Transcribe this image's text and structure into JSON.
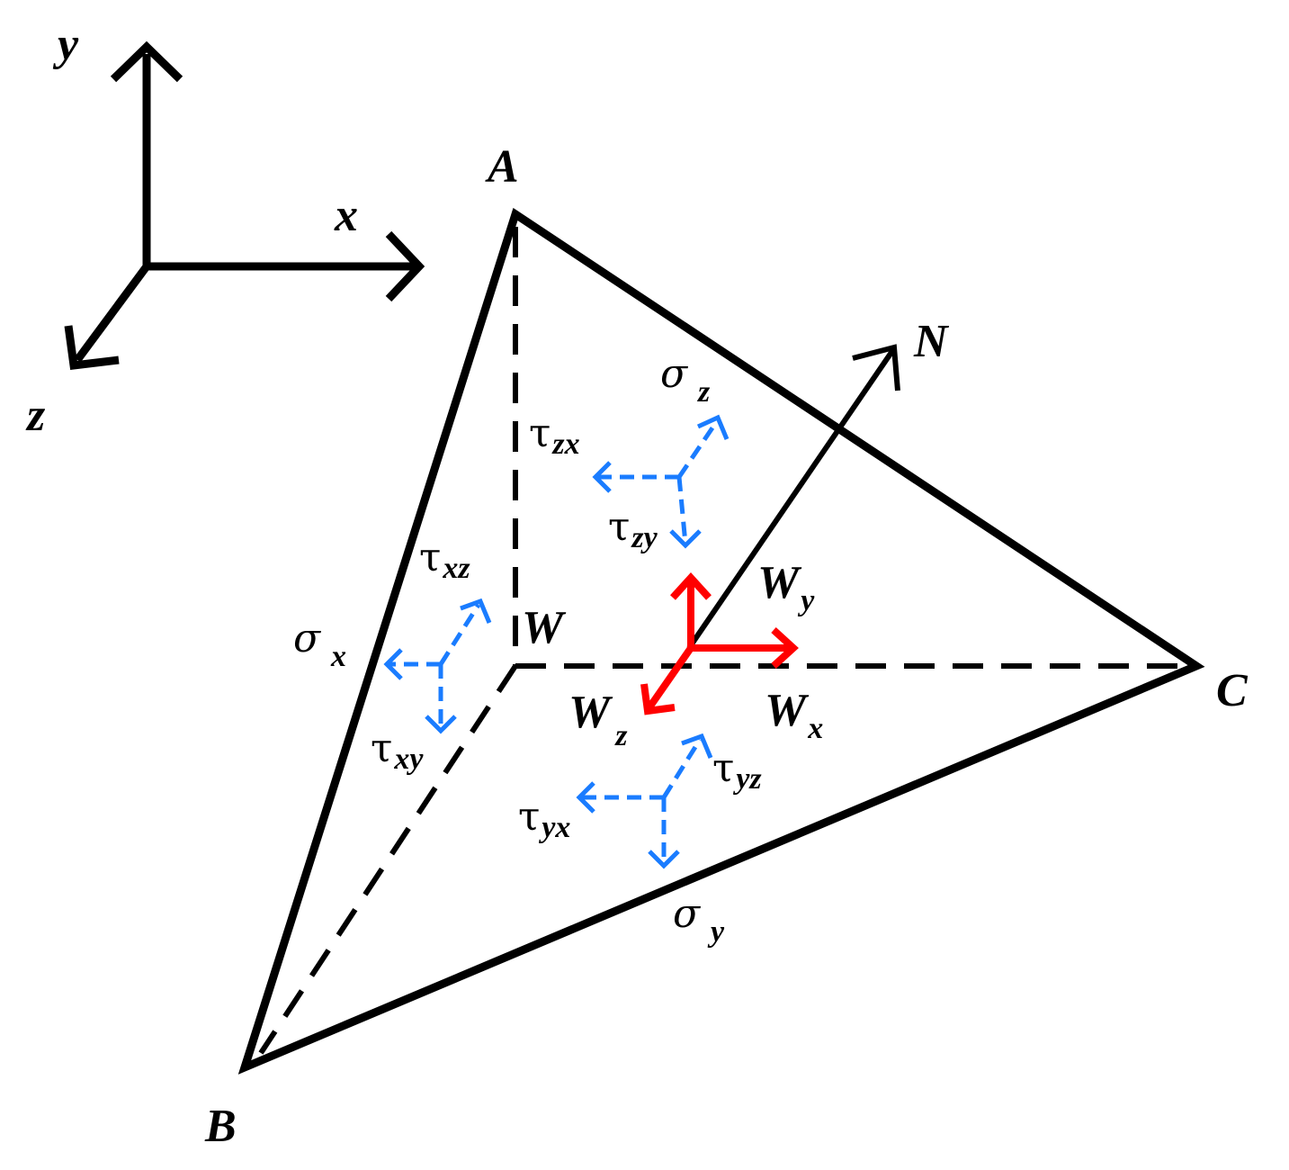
{
  "axes": {
    "y": "y",
    "x": "x",
    "z": "z"
  },
  "vertices": {
    "A": "A",
    "B": "B",
    "C": "C",
    "W": "W",
    "N": "N"
  },
  "body_forces": {
    "wy": {
      "main": "W",
      "sub": "y"
    },
    "wx": {
      "main": "W",
      "sub": "x"
    },
    "wz": {
      "main": "W",
      "sub": "z"
    }
  },
  "stresses": {
    "sigma_z": {
      "main": "σ",
      "sub": "z"
    },
    "sigma_x": {
      "main": "σ",
      "sub": "x"
    },
    "sigma_y": {
      "main": "σ",
      "sub": "y"
    },
    "tau_zx": {
      "main": "τ",
      "sub": "zx"
    },
    "tau_zy": {
      "main": "τ",
      "sub": "zy"
    },
    "tau_xz": {
      "main": "τ",
      "sub": "xz"
    },
    "tau_xy": {
      "main": "τ",
      "sub": "xy"
    },
    "tau_yz": {
      "main": "τ",
      "sub": "yz"
    },
    "tau_yx": {
      "main": "τ",
      "sub": "yx"
    }
  },
  "colors": {
    "edges": "#000000",
    "shear_stress": "#1a7cff",
    "body_force": "#ff0000"
  }
}
